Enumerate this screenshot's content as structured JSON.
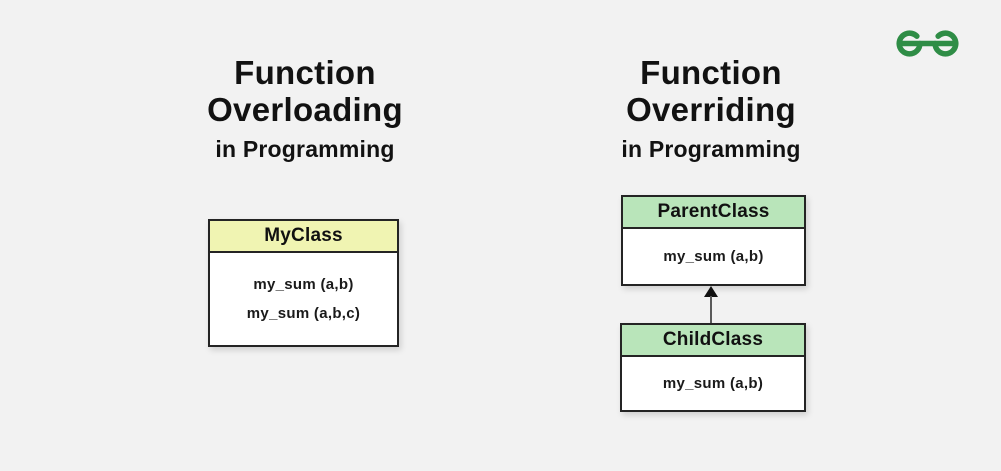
{
  "page": {
    "background": "#f2f2f2"
  },
  "logo": {
    "label": "GeeksforGeeks logo",
    "color": "#2f8d46"
  },
  "left": {
    "title_line1": "Function",
    "title_line2": "Overloading",
    "subtitle": "in Programming",
    "class_box": {
      "name": "MyClass",
      "header_color": "#f0f4b2",
      "methods": [
        "my_sum (a,b)",
        "my_sum (a,b,c)"
      ]
    }
  },
  "right": {
    "title_line1": "Function",
    "title_line2": "Overriding",
    "subtitle": "in Programming",
    "parent_box": {
      "name": "ParentClass",
      "header_color": "#b9e5ba",
      "methods": [
        "my_sum (a,b)"
      ]
    },
    "child_box": {
      "name": "ChildClass",
      "header_color": "#b9e5ba",
      "methods": [
        "my_sum (a,b)"
      ]
    },
    "arrow": "inheritance-arrow"
  }
}
